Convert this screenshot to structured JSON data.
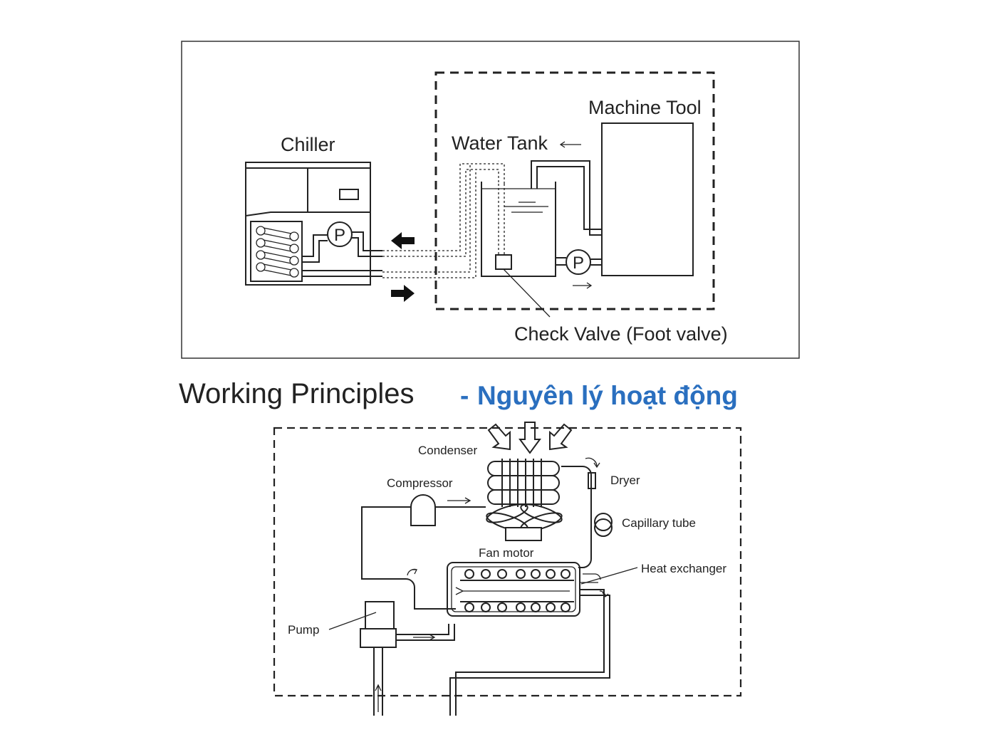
{
  "top_diagram": {
    "chiller": "Chiller",
    "machine_tool": "Machine Tool",
    "water_tank": "Water Tank",
    "check_valve": "Check Valve (Foot valve)",
    "pump_symbol": "P"
  },
  "heading": {
    "english": "Working Principles",
    "separator": "-",
    "vietnamese": "Nguyên lý hoạt động"
  },
  "bottom_diagram": {
    "condenser": "Condenser",
    "compressor": "Compressor",
    "dryer": "Dryer",
    "capillary_tube": "Capillary tube",
    "fan_motor": "Fan motor",
    "heat_exchanger": "Heat exchanger",
    "pump": "Pump"
  },
  "colors": {
    "heading_vietnamese": "#2a6fbf",
    "line": "#222222"
  }
}
